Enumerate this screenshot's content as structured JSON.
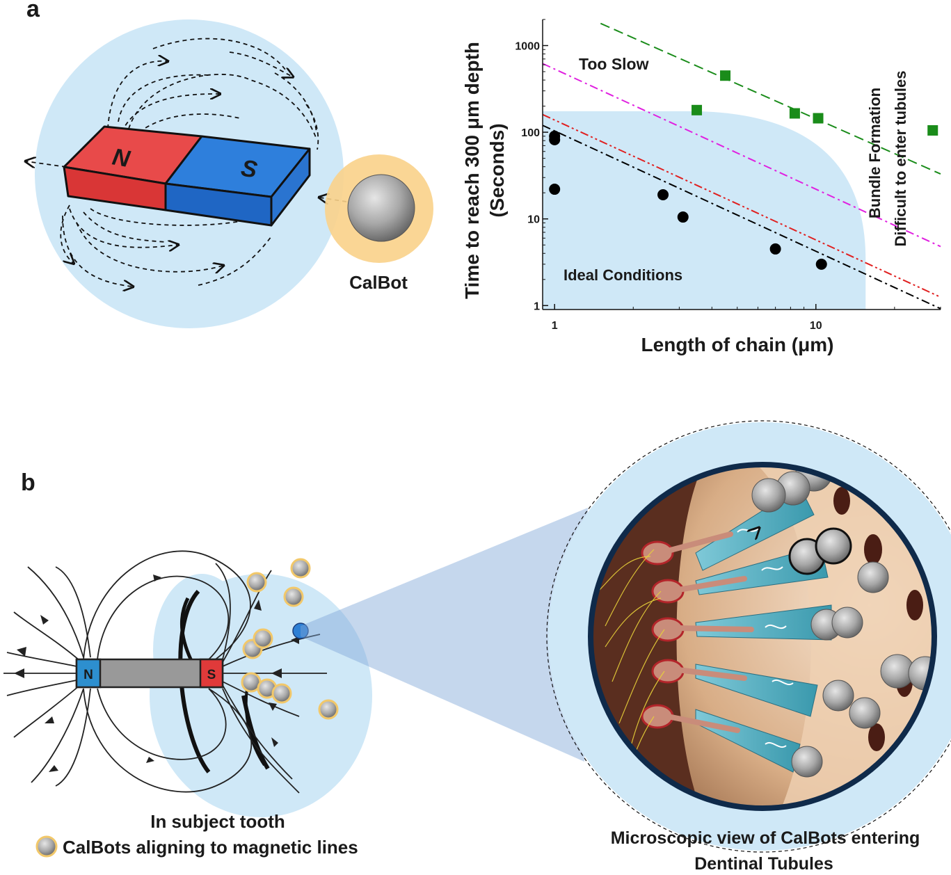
{
  "panel_a": {
    "letter": "a",
    "magnet": {
      "north": "N",
      "south": "S"
    },
    "calbot_label": "CalBot"
  },
  "panel_b": {
    "letter": "b",
    "magnet": {
      "north": "N",
      "south": "S"
    },
    "caption_line1": "In subject tooth",
    "legend_label": "CalBots aligning to magnetic lines",
    "micro_caption_line1": "Microscopic view of CalBots entering",
    "micro_caption_line2": "Dentinal Tubules"
  },
  "chart_data": {
    "type": "scatter",
    "title": "",
    "xlabel": "Length of chain (μm)",
    "ylabel_line1": "Time to reach 300 μm depth",
    "ylabel_line2": "(Seconds)",
    "x_scale": "log",
    "y_scale": "log",
    "xlim": [
      0.9,
      30
    ],
    "ylim": [
      0.9,
      2000
    ],
    "x_ticks": [
      {
        "value": 1,
        "label": "1"
      },
      {
        "value": 10,
        "label": "10"
      }
    ],
    "y_ticks": [
      {
        "value": 1,
        "label": "1"
      },
      {
        "value": 10,
        "label": "10"
      },
      {
        "value": 100,
        "label": "100"
      },
      {
        "value": 1000,
        "label": "1000"
      }
    ],
    "annotations": {
      "too_slow": "Too Slow",
      "ideal": "Ideal Conditions",
      "bundle_line1": "Bundle Formation",
      "bundle_line2": "Difficult to enter tubules"
    },
    "scatter_series": [
      {
        "marker": "circle",
        "color": "#000000",
        "points": [
          [
            1.0,
            90
          ],
          [
            1.0,
            82
          ],
          [
            1.0,
            22
          ],
          [
            2.6,
            19
          ],
          [
            3.1,
            10.5
          ],
          [
            7.0,
            4.5
          ],
          [
            10.5,
            3.0
          ]
        ]
      },
      {
        "marker": "square",
        "color": "#1a8c1a",
        "points": [
          [
            3.5,
            180
          ],
          [
            4.5,
            450
          ],
          [
            8.3,
            165
          ],
          [
            10.2,
            145
          ],
          [
            28.0,
            105
          ]
        ]
      }
    ],
    "fit_lines": [
      {
        "color": "#1a8c1a",
        "style": "dash",
        "points": [
          [
            1.5,
            1800
          ],
          [
            30,
            33
          ]
        ]
      },
      {
        "color": "#e020e0",
        "style": "dashdot",
        "points": [
          [
            0.9,
            620
          ],
          [
            30,
            4.8
          ]
        ]
      },
      {
        "color": "#e02020",
        "style": "dashdotdot",
        "points": [
          [
            0.9,
            160
          ],
          [
            30,
            1.25
          ]
        ]
      },
      {
        "color": "#000000",
        "style": "dashdot",
        "points": [
          [
            0.9,
            120
          ],
          [
            30,
            0.92
          ]
        ]
      }
    ],
    "ideal_region": {
      "x_max": 15.5,
      "y_max": 175,
      "color": "#cfe8f7"
    }
  }
}
